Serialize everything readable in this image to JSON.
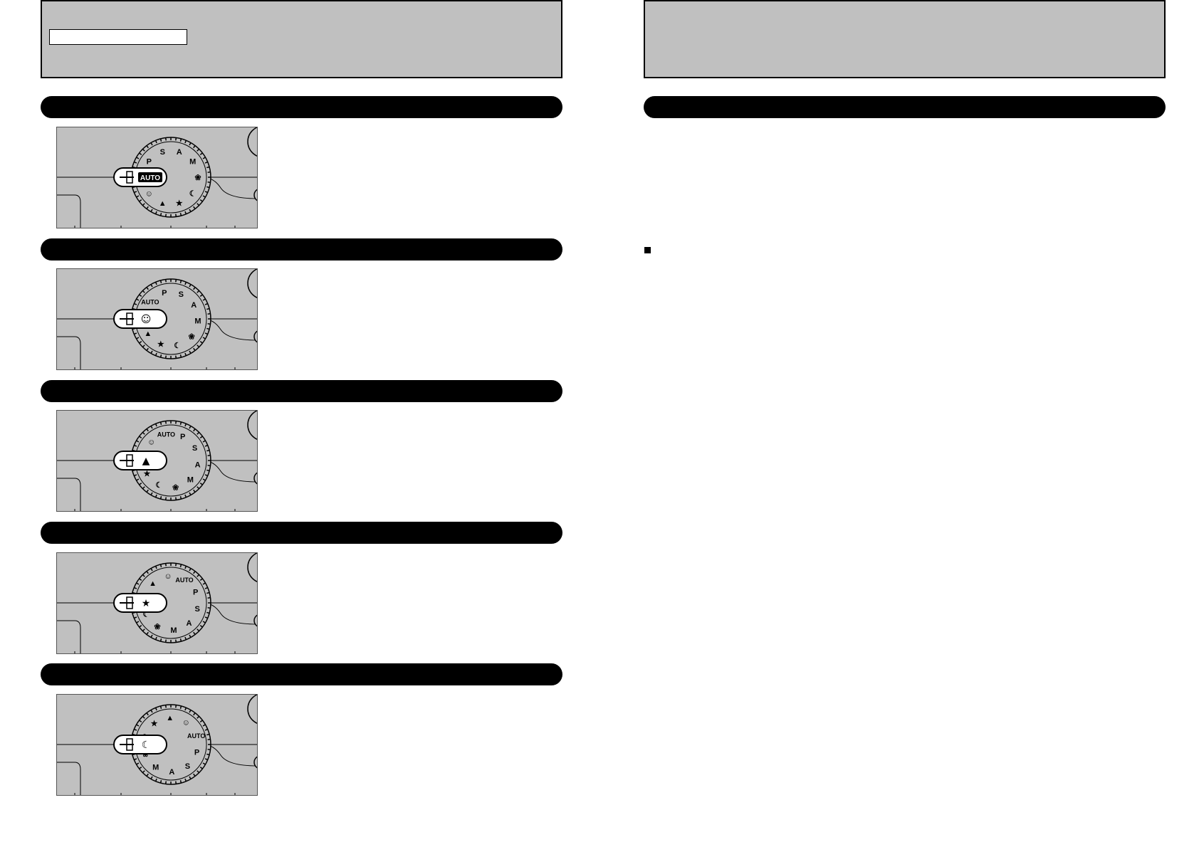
{
  "left_header": {
    "label": ""
  },
  "right_header": {
    "label": ""
  },
  "sections": [
    {
      "title": "",
      "dial_symbol": "AUTO",
      "rotation": 0
    },
    {
      "title": "",
      "dial_symbol": "portrait",
      "rotation": 40
    },
    {
      "title": "",
      "dial_symbol": "landscape",
      "rotation": 80
    },
    {
      "title": "",
      "dial_symbol": "sports",
      "rotation": 120
    },
    {
      "title": "",
      "dial_symbol": "night",
      "rotation": 160
    }
  ],
  "right_bar": {
    "title": ""
  },
  "bullet": {
    "text": ""
  },
  "colors": {
    "panel_gray": "#c0c0c0",
    "bar_black": "#000000"
  }
}
